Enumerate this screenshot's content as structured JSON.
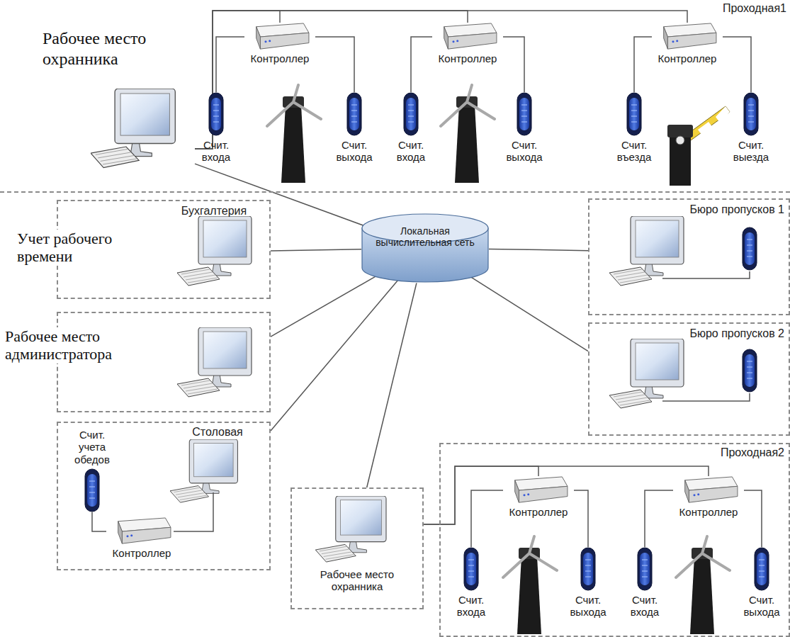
{
  "diagram": {
    "nodes": [
      {
        "text": [
          "Проходная1"
        ]
      },
      {
        "text": [
          "Рабочее место охранника"
        ],
        "in": 0
      },
      {
        "text": [
          "Контроллер"
        ],
        "in": 0
      },
      {
        "text": [
          "Счит. входа"
        ],
        "in": 0
      },
      {
        "text": [
          "Счит. выхода"
        ],
        "in": 0
      },
      {
        "text": [
          "Контроллер"
        ],
        "in": 0
      },
      {
        "text": [
          "Счит. входа"
        ],
        "in": 0
      },
      {
        "text": [
          "Счит. выхода"
        ],
        "in": 0
      },
      {
        "text": [
          "Контроллер"
        ],
        "in": 0
      },
      {
        "text": [
          "Счит. въезда"
        ],
        "in": 0
      },
      {
        "text": [
          "Счит. выезда"
        ],
        "in": 0
      },
      {
        "text": [
          "Локальная вычислительная сеть"
        ]
      },
      {
        "text": [
          "Бухгалтерия",
          "Учет рабочего времени"
        ]
      },
      {
        "text": [
          "Рабочее место администратора"
        ]
      },
      {
        "text": [
          "Столовая"
        ]
      },
      {
        "text": [
          "Счит. учета обедов"
        ],
        "in": 14
      },
      {
        "text": [
          "Контроллер"
        ],
        "in": 14
      },
      {
        "text": [
          "Рабочее место охранника"
        ]
      },
      {
        "text": [
          "Бюро пропусков 1"
        ]
      },
      {
        "text": [
          "Бюро пропусков 2"
        ]
      },
      {
        "text": [
          "Проходная2"
        ]
      },
      {
        "text": [
          "Контроллер"
        ],
        "in": 20
      },
      {
        "text": [
          "Счит. входа"
        ],
        "in": 20
      },
      {
        "text": [
          "Счит. выхода"
        ],
        "in": 20
      },
      {
        "text": [
          "Контроллер"
        ],
        "in": 20
      },
      {
        "text": [
          "Счит. входа"
        ],
        "in": 20
      },
      {
        "text": [
          "Счит. выхода"
        ],
        "in": 20
      }
    ],
    "edges": [
      {
        "from": 1,
        "to": 2,
        "arrow": "none"
      },
      {
        "from": 1,
        "to": 5,
        "arrow": "none"
      },
      {
        "from": 1,
        "to": 8,
        "arrow": "none"
      },
      {
        "from": 2,
        "to": 3,
        "arrow": "none"
      },
      {
        "from": 2,
        "to": 4,
        "arrow": "none"
      },
      {
        "from": 5,
        "to": 6,
        "arrow": "none"
      },
      {
        "from": 5,
        "to": 7,
        "arrow": "none"
      },
      {
        "from": 8,
        "to": 9,
        "arrow": "none"
      },
      {
        "from": 8,
        "to": 10,
        "arrow": "none"
      },
      {
        "from": 11,
        "to": 1,
        "arrow": "none"
      },
      {
        "from": 11,
        "to": 12,
        "arrow": "none"
      },
      {
        "from": 11,
        "to": 13,
        "arrow": "none"
      },
      {
        "from": 11,
        "to": 14,
        "arrow": "none"
      },
      {
        "from": 11,
        "to": 17,
        "arrow": "none"
      },
      {
        "from": 11,
        "to": 18,
        "arrow": "none"
      },
      {
        "from": 11,
        "to": 19,
        "arrow": "none"
      },
      {
        "from": 16,
        "to": 15,
        "arrow": "none"
      },
      {
        "from": 17,
        "to": 21,
        "arrow": "none"
      },
      {
        "from": 17,
        "to": 24,
        "arrow": "none"
      },
      {
        "from": 21,
        "to": 22,
        "arrow": "none"
      },
      {
        "from": 21,
        "to": 23,
        "arrow": "none"
      },
      {
        "from": 24,
        "to": 25,
        "arrow": "none"
      },
      {
        "from": 24,
        "to": 26,
        "arrow": "none"
      }
    ]
  }
}
